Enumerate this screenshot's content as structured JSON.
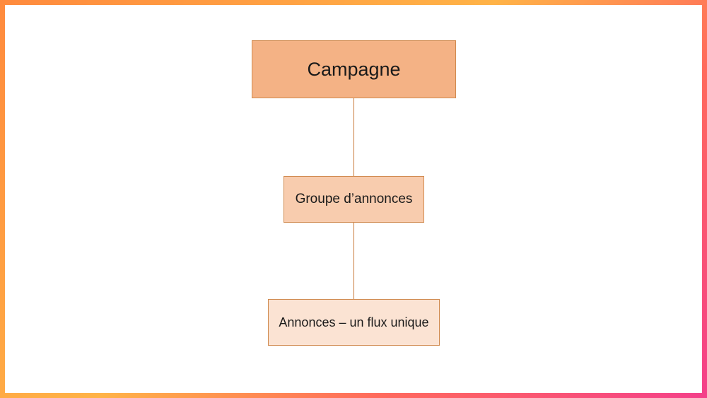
{
  "diagram": {
    "nodes": [
      {
        "id": "campagne",
        "label": "Campagne",
        "fill": "#f4b285"
      },
      {
        "id": "groupe",
        "label": "Groupe d’annonces",
        "fill": "#f8ccae"
      },
      {
        "id": "annonces",
        "label": "Annonces – un flux unique",
        "fill": "#fbe3d3"
      }
    ],
    "edges": [
      {
        "from": "campagne",
        "to": "groupe"
      },
      {
        "from": "groupe",
        "to": "annonces"
      }
    ],
    "colors": {
      "frame_gradient": [
        "#ff8a3d",
        "#ffb347",
        "#ff6a5c",
        "#f43f8a"
      ],
      "node_border": "#d08a4f",
      "connector": "#c77a3a"
    }
  }
}
